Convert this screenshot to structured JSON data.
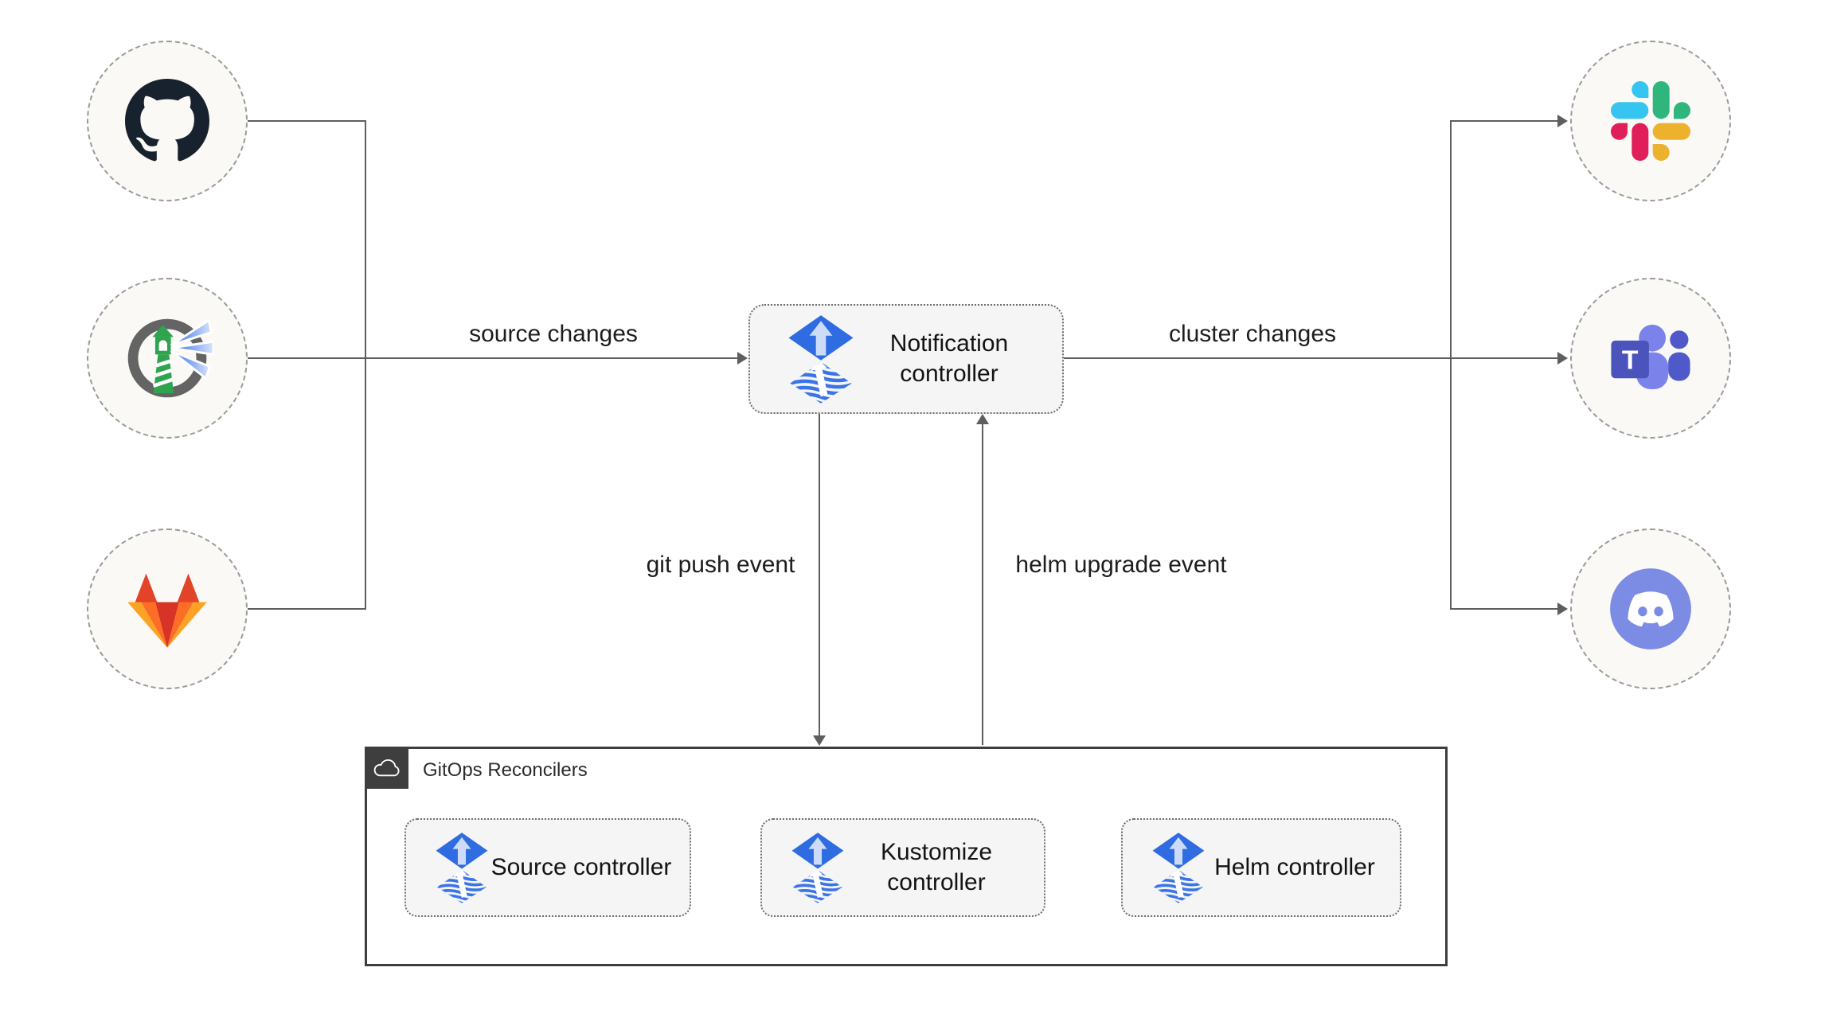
{
  "nodes": {
    "notification": {
      "label": "Notification controller"
    },
    "source": {
      "label": "Source controller"
    },
    "kustomize": {
      "label": "Kustomize controller"
    },
    "helm": {
      "label": "Helm controller"
    }
  },
  "group": {
    "label": "GitOps Reconcilers",
    "icon": "cloud-icon"
  },
  "edges": {
    "source_changes": {
      "label": "source changes"
    },
    "cluster_changes": {
      "label": "cluster changes"
    },
    "git_push": {
      "label": "git push event"
    },
    "helm_upgrade": {
      "label": "helm upgrade event"
    }
  },
  "external": {
    "left": [
      {
        "icon": "github-icon"
      },
      {
        "icon": "harbor-icon"
      },
      {
        "icon": "gitlab-icon"
      }
    ],
    "right": [
      {
        "icon": "slack-icon"
      },
      {
        "icon": "teams-icon"
      },
      {
        "icon": "discord-icon"
      }
    ]
  },
  "teams": {
    "letter": "T"
  },
  "colors": {
    "flux_blue": "#2f6ce2",
    "flux_stripe_blue": "#3b74e8",
    "flux_arrow_light": "#ccdcf8",
    "edge_gray": "#5e5e5e",
    "node_background": "#f5f5f5",
    "group_border": "#3e3e3e",
    "circle_background": "#faf9f6",
    "slack_blue": "#36c5f0",
    "slack_green": "#2eb67d",
    "slack_yellow": "#ecb22e",
    "slack_pink": "#e01e5a",
    "gitlab_red": "#e24329",
    "gitlab_orange": "#fc6d26",
    "gitlab_yellow": "#fca326",
    "teams_purple": "#4b53bc",
    "teams_light_purple": "#7b83eb",
    "discord_blurple": "#7c8ce4",
    "harbor_green": "#2ea44f",
    "github_dark": "#17222e"
  }
}
